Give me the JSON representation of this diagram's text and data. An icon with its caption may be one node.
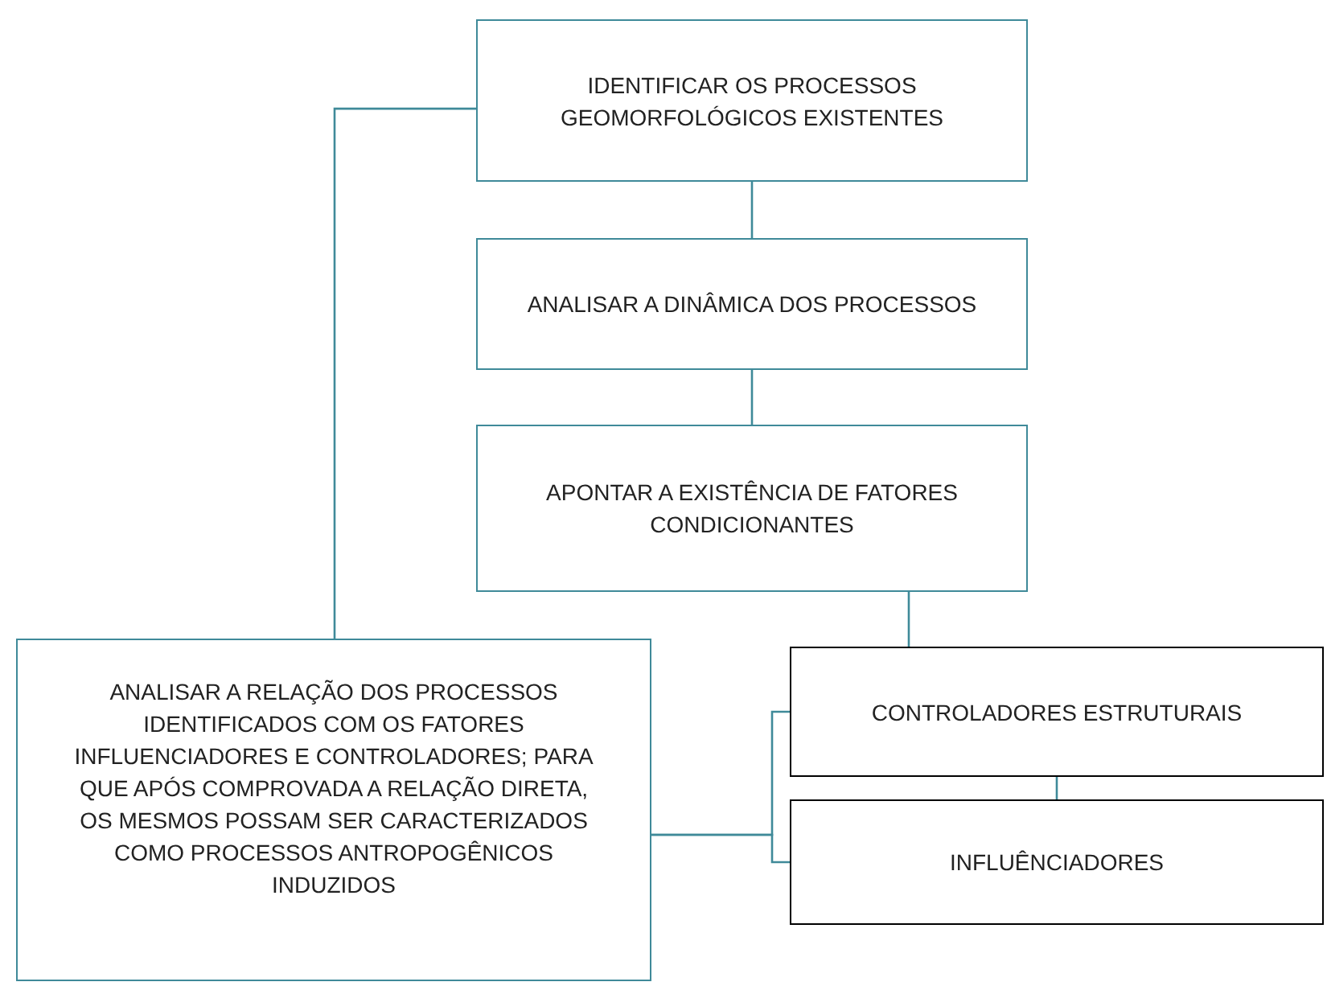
{
  "diagram": {
    "nodes": [
      {
        "text": [
          "IDENTIFICAR OS PROCESSOS GEOMORFOLÓGICOS EXISTENTES"
        ]
      },
      {
        "text": [
          "ANALISAR A DINÂMICA DOS PROCESSOS"
        ]
      },
      {
        "text": [
          "APONTAR A EXISTÊNCIA DE FATORES CONDICIONANTES"
        ]
      },
      {
        "text": [
          "ANALISAR A RELAÇÃO DOS PROCESSOS IDENTIFICADOS COM OS FATORES INFLUENCIADORES E CONTROLADORES; PARA QUE APÓS COMPROVADA A RELAÇÃO DIRETA, OS MESMOS POSSAM SER CARACTERIZADOS COMO PROCESSOS ANTROPOGÊNICOS INDUZIDOS"
        ]
      },
      {
        "text": [
          "CONTROLADORES ESTRUTURAIS"
        ]
      },
      {
        "text": [
          "INFLUÊNCIADORES"
        ]
      }
    ],
    "edges": [
      {
        "from": 0,
        "to": 1,
        "arrow": "none"
      },
      {
        "from": 1,
        "to": 2,
        "arrow": "none"
      },
      {
        "from": 0,
        "to": 3,
        "arrow": "none"
      },
      {
        "from": 2,
        "to": 4,
        "arrow": "none"
      },
      {
        "from": 4,
        "to": 5,
        "arrow": "none"
      },
      {
        "from": 3,
        "to": 4,
        "arrow": "none"
      },
      {
        "from": 3,
        "to": 5,
        "arrow": "none"
      }
    ]
  }
}
